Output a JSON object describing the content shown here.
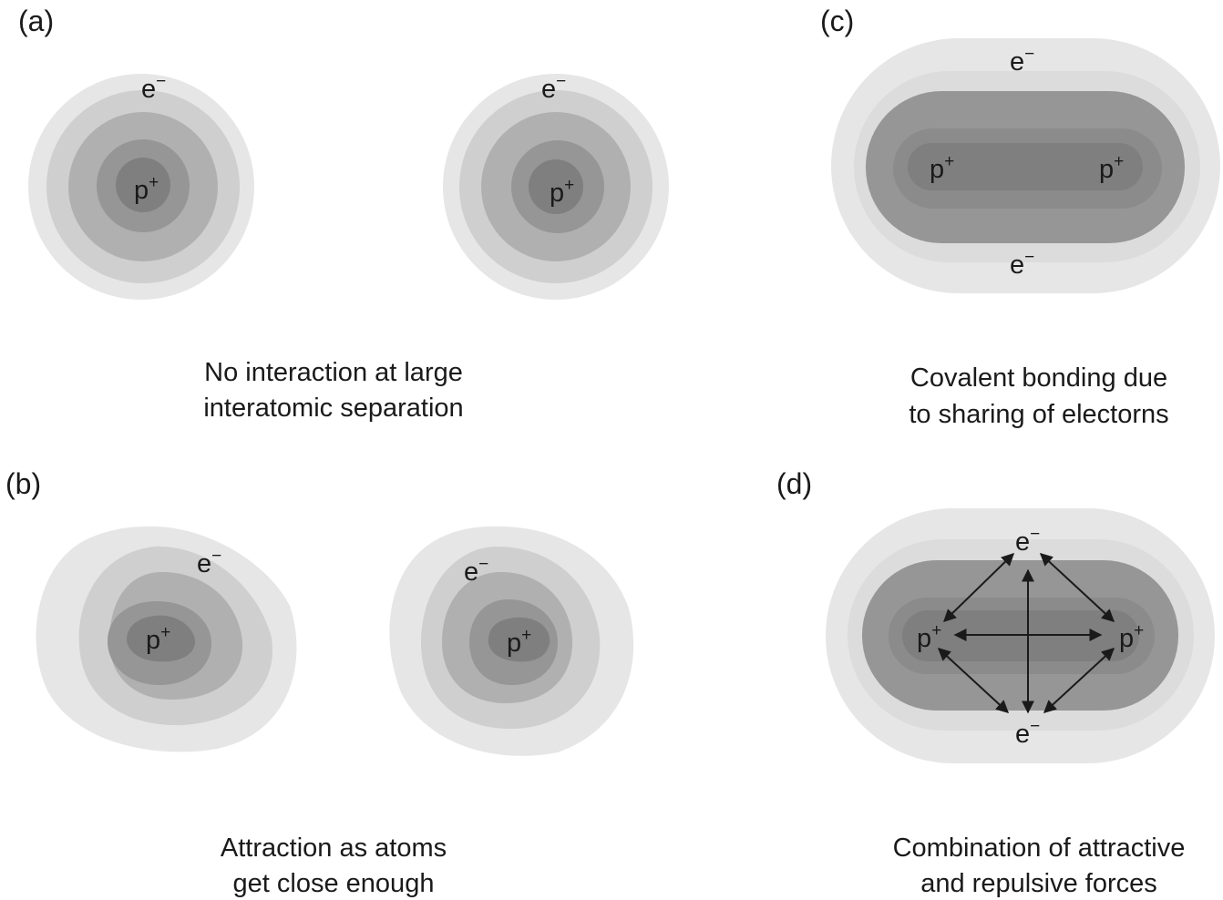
{
  "panels": {
    "a": {
      "label": "(a)",
      "caption_line1": "No interaction at large",
      "caption_line2": "interatomic separation",
      "electron": "e",
      "electron_charge": "−",
      "proton": "p",
      "proton_charge": "+"
    },
    "b": {
      "label": "(b)",
      "caption_line1": "Attraction as atoms",
      "caption_line2": "get close enough",
      "electron": "e",
      "electron_charge": "−",
      "proton": "p",
      "proton_charge": "+"
    },
    "c": {
      "label": "(c)",
      "caption_line1": "Covalent bonding due",
      "caption_line2": "to sharing of electorns",
      "electron": "e",
      "electron_charge": "−",
      "proton": "p",
      "proton_charge": "+"
    },
    "d": {
      "label": "(d)",
      "caption_line1": "Combination of attractive",
      "caption_line2": "and repulsive forces",
      "electron": "e",
      "electron_charge": "−",
      "proton": "p",
      "proton_charge": "+"
    }
  },
  "colors": {
    "shell_outer": "#e6e6e6",
    "shell_2": "#cfcfcf",
    "shell_3": "#b0b0b0",
    "shell_4": "#969696",
    "core": "#7f7f7f",
    "text": "#1a1a1a"
  }
}
